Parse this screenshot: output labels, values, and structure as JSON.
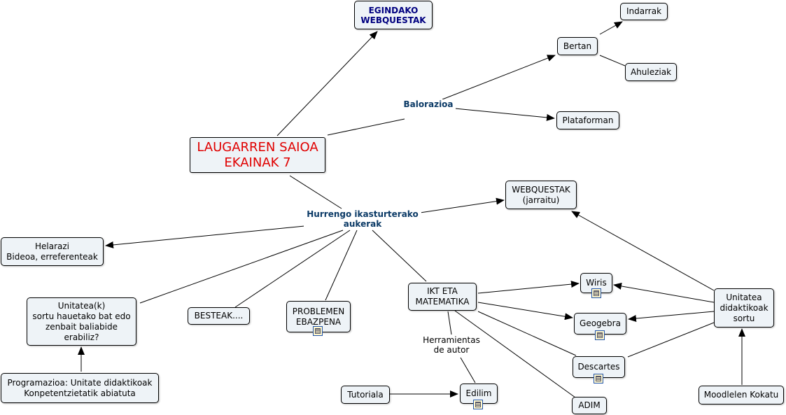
{
  "nodes": {
    "center": "LAUGARREN SAIOA\nEKAINAK 7",
    "egindako": "EGINDAKO\nWEBQUESTAK",
    "bertan": "Bertan",
    "indarrak": "Indarrak",
    "ahuleziak": "Ahuleziak",
    "plataforman": "Plataforman",
    "webquestak": "WEBQUESTAK\n(jarraitu)",
    "helarazi": "Helarazi\nBideoa, erreferenteak",
    "unitatea_k": "Unitatea(k)\nsortu hauetako bat edo\nzenbait baliabide\nerabiliz?",
    "programazioa": "Programazioa: Unitate didaktikoak\nKonpetentzietatik abiatuta",
    "besteak": "BESTEAK....",
    "problemen": "PROBLEMEN\nEBAZPENA",
    "ikt": "IKT ETA\nMATEMATIKA",
    "wiris": "Wiris",
    "geogebra": "Geogebra",
    "descartes": "Descartes",
    "adim": "ADIM",
    "edilim": "Edilim",
    "tutoriala": "Tutoriala",
    "unitatea_sortu": "Unitatea\ndidaktikoak\nsortu",
    "moodle": "Moodlelen Kokatu"
  },
  "labels": {
    "balorazioa": "Balorazioa",
    "hurrengo": "Hurrengo ikasturterako\naukerak",
    "herramientas": "Herramientas\nde autor"
  },
  "icons": {
    "doc": "document-icon"
  }
}
